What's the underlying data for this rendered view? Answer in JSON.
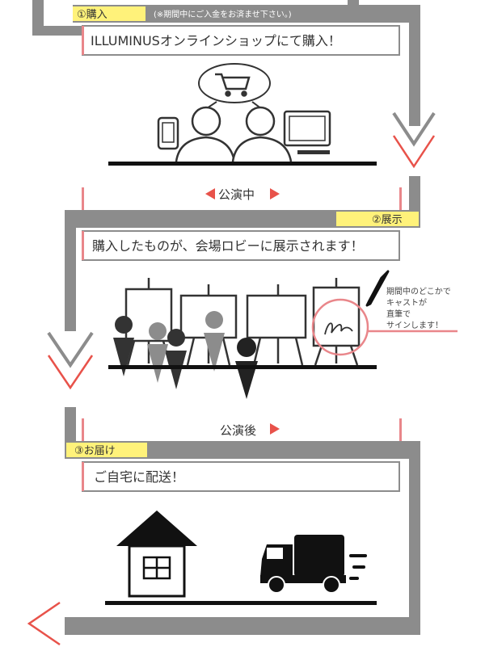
{
  "steps": [
    {
      "label": "①購入",
      "note": "(※期間中にご入金をお済ませ下さい。)",
      "heading": "ILLUMINUSオンラインショップにて購入！"
    },
    {
      "label": "②展示",
      "heading": "購入したものが、会場ロビーに展示されます！"
    },
    {
      "label": "③お届け",
      "heading": "ご自宅に配送！"
    }
  ],
  "phases": {
    "during": "公演中",
    "after": "公演後"
  },
  "callout": [
    "期間中のどこかで",
    "キャストが",
    "直筆で",
    "サインします！"
  ],
  "colors": {
    "track": "#8c8c8c",
    "accent": "#e8524a",
    "highlight": "#fff27a",
    "pink": "#e9868a",
    "figure": "#111111"
  },
  "icons": [
    "shopping-cart-icon",
    "smartphone-icon",
    "computer-monitor-icon",
    "pen-icon",
    "signature-icon",
    "house-icon",
    "delivery-truck-icon"
  ]
}
